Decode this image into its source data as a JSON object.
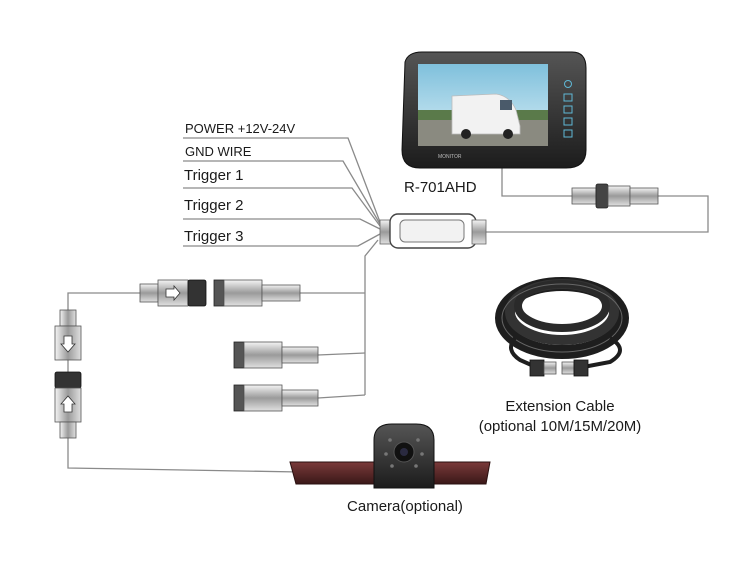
{
  "wire_labels": {
    "power": "POWER +12V-24V",
    "gnd": "GND WIRE",
    "trigger1": "Trigger 1",
    "trigger2": "Trigger 2",
    "trigger3": "Trigger 3"
  },
  "monitor": {
    "model": "R-701AHD",
    "brand_text": "MONITOR"
  },
  "extension_cable": {
    "title": "Extension Cable",
    "subtitle": "(optional 10M/15M/20M)"
  },
  "camera": {
    "label": "Camera(optional)"
  },
  "colors": {
    "wire": "#8a8a8a",
    "connector_dark": "#3a3a3a",
    "connector_light": "#9a9a9a",
    "camera_red": "#5a2a2a",
    "screen_sky": "#8ec9e0"
  }
}
